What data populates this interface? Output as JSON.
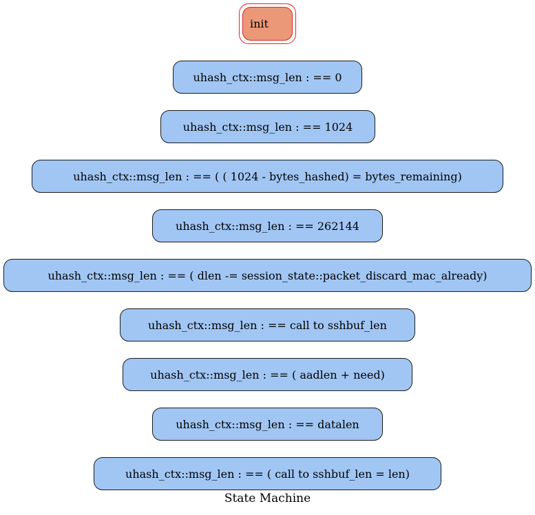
{
  "diagram": {
    "caption": "State Machine",
    "init_state": {
      "label": "init"
    },
    "states": [
      {
        "label": "uhash_ctx::msg_len : == 0"
      },
      {
        "label": "uhash_ctx::msg_len : == 1024"
      },
      {
        "label": "uhash_ctx::msg_len : == ( ( 1024 - bytes_hashed) = bytes_remaining)"
      },
      {
        "label": "uhash_ctx::msg_len : == 262144"
      },
      {
        "label": "uhash_ctx::msg_len : == ( dlen -= session_state::packet_discard_mac_already)"
      },
      {
        "label": "uhash_ctx::msg_len : == call to sshbuf_len"
      },
      {
        "label": "uhash_ctx::msg_len : == ( aadlen + need)"
      },
      {
        "label": "uhash_ctx::msg_len : == datalen"
      },
      {
        "label": "uhash_ctx::msg_len : == ( call to sshbuf_len = len)"
      }
    ]
  }
}
